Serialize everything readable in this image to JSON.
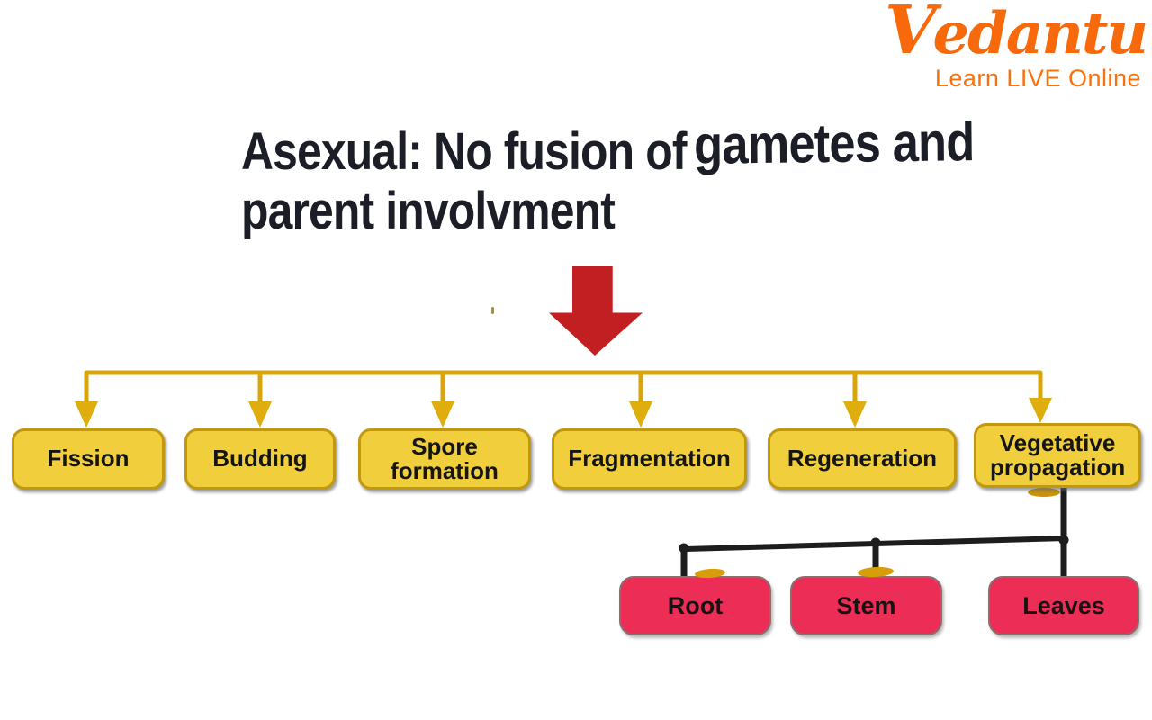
{
  "logo": {
    "brand_initial": "V",
    "brand_rest": "edantu",
    "tagline": "Learn LIVE Online",
    "color": "#F8690B"
  },
  "title": {
    "line1_start": "Asexual: No fusion of",
    "line1_emphasis": "gametes and",
    "line2": "parent involvment",
    "color": "#1B1E26"
  },
  "flow": {
    "arrow_icon": "red-down-block-arrow",
    "arrow_color": "#C11F21",
    "connector_color": "#D8A60B",
    "branch_color": "#1D1D1D"
  },
  "categories": {
    "box_bg": "#F0CE3C",
    "box_border": "#C2980E",
    "items": [
      {
        "label": "Fission"
      },
      {
        "label": "Budding"
      },
      {
        "label": "Spore formation"
      },
      {
        "label": "Fragmentation"
      },
      {
        "label": "Regeneration"
      },
      {
        "label": "Vegetative propagation"
      }
    ]
  },
  "vegetative_parts": {
    "box_bg": "#EC2D56",
    "box_border": "#8A6F6F",
    "items": [
      {
        "label": "Root"
      },
      {
        "label": "Stem"
      },
      {
        "label": "Leaves"
      }
    ]
  }
}
